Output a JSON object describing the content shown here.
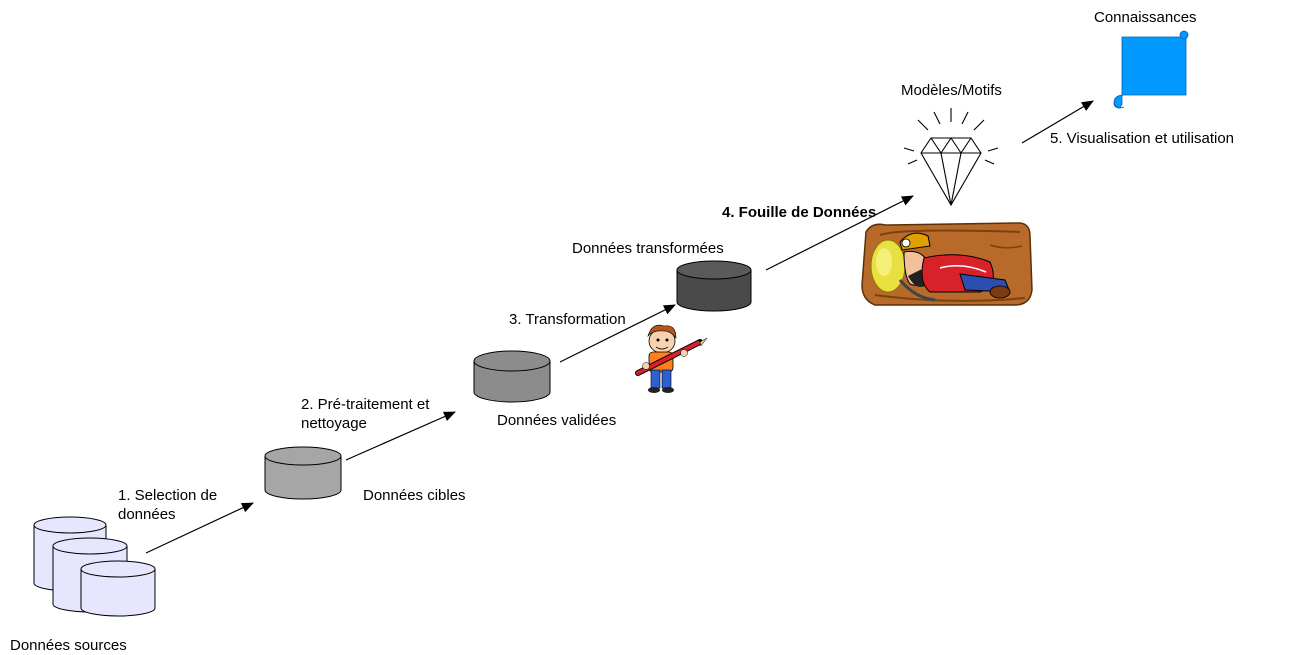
{
  "labels": {
    "sources": "Données sources",
    "step1_line1": "1. Selection de",
    "step1_line2": "données",
    "targets": "Données cibles",
    "step2_line1": "2. Pré-traitement et",
    "step2_line2": "nettoyage",
    "validated": "Données validées",
    "step3": "3. Transformation",
    "transformed": "Données transformées",
    "step4": "4. Fouille de Données",
    "models": "Modèles/Motifs",
    "step5": "5. Visualisation et utilisation",
    "knowledge": "Connaissances"
  },
  "colors": {
    "sources_fill": "#e6e6ff",
    "targets_fill": "#a6a6a6",
    "validated_fill": "#8c8c8c",
    "transformed_fill": "#4a4a4a",
    "knowledge_fill": "#0099ff",
    "tunnel_fill": "#b86a2a"
  },
  "icons": {
    "sources": "database-stack-icon",
    "targets": "cylinder-database-icon",
    "validated": "cylinder-database-icon",
    "transformed": "cylinder-database-icon",
    "cartoon": "boy-with-pencil-icon",
    "miner": "miner-in-tunnel-icon",
    "models": "diamond-icon",
    "knowledge": "scroll-icon"
  }
}
